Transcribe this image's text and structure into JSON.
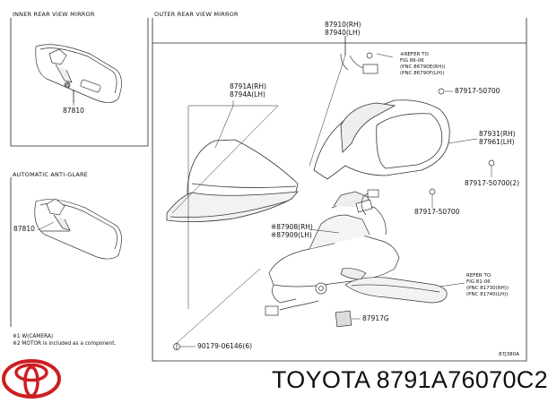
{
  "sections": {
    "inner": "INNER REAR VIEW MIRROR",
    "outer": "OUTER REAR VIEW MIRROR",
    "anti_glare": "AUTOMATIC ANTI-GLARE"
  },
  "parts": {
    "p87810_a": "87810",
    "p87810_b": "87810",
    "p87910": "87910(RH)",
    "p87940": "87940(LH)",
    "p8791A": "8791A(RH)",
    "p8794A": "8794A(LH)",
    "p87931": "87931(RH)",
    "p87961": "87961(LH)",
    "p87917_top": "87917-50700",
    "p87917_right": "87917-50700(2)",
    "p87917_mid": "87917-50700",
    "p87908": "※87908(RH)",
    "p87909": "※87909(LH)",
    "p87917G": "87917G",
    "p90179": "90179-06146(6)"
  },
  "refs": {
    "fig8606": [
      "※REFER TO",
      "FIG 86-06",
      "(PNC 86790E(RH))",
      "(PNC 86790F(LH))"
    ],
    "fig8106": [
      "REFER TO",
      "FIG 81-06",
      "(PNC 81730(RH))",
      "(PNC 81740(LH))"
    ]
  },
  "notes": [
    "※1 W(CAMERA)",
    "※2 MOTOR is included as a component."
  ],
  "figure_code": "87J380A",
  "footer": {
    "brand": "TOYOTA",
    "part_number": "8791A76070C2"
  }
}
